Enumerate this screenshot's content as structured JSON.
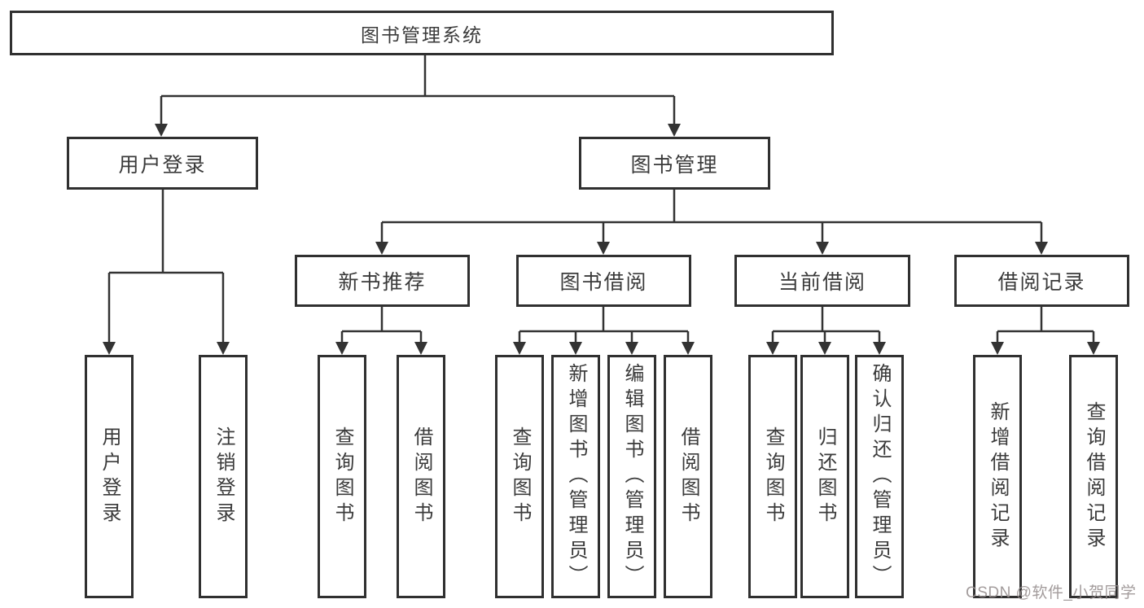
{
  "watermark": "CSDN @软件_小贺同学",
  "colors": {
    "line": "#333333",
    "box_border": "#303030",
    "box_fill": "#ffffff",
    "text": "#3b3b3b",
    "watermark": "#968e8e"
  },
  "tree": {
    "label": "图书管理系统",
    "branches": [
      {
        "label": "用户登录",
        "leaves": [
          "用户登录",
          "注销登录"
        ]
      },
      {
        "label": "图书管理",
        "groups": [
          {
            "label": "新书推荐",
            "leaves": [
              "查询图书",
              "借阅图书"
            ]
          },
          {
            "label": "图书借阅",
            "leaves": [
              "查询图书",
              "新增图书（管理员）",
              "编辑图书（管理员）",
              "借阅图书"
            ]
          },
          {
            "label": "当前借阅",
            "leaves": [
              "查询图书",
              "归还图书",
              "确认归还（管理员）"
            ]
          },
          {
            "label": "借阅记录",
            "leaves": [
              "新增借阅记录",
              "查询借阅记录"
            ]
          }
        ]
      }
    ]
  }
}
